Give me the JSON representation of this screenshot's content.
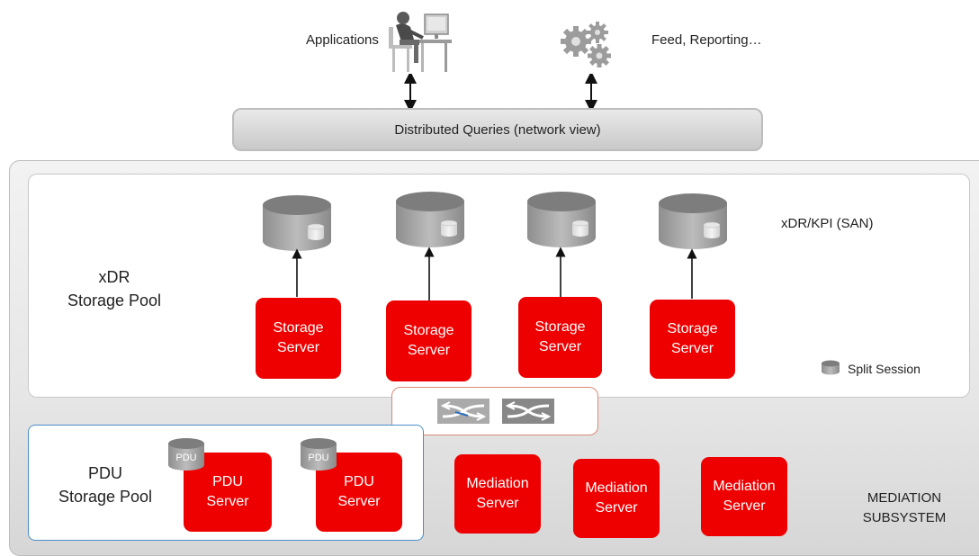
{
  "top": {
    "applications_label": "Applications",
    "feed_label": "Feed, Reporting…",
    "queries_label": "Distributed Queries (network view)"
  },
  "xdr_pool": {
    "label_line1": "xDR",
    "label_line2": "Storage Pool",
    "san_label": "xDR/KPI (SAN)",
    "legend_label": "Split Session",
    "servers": [
      {
        "line1": "Storage",
        "line2": "Server"
      },
      {
        "line1": "Storage",
        "line2": "Server"
      },
      {
        "line1": "Storage",
        "line2": "Server"
      },
      {
        "line1": "Storage",
        "line2": "Server"
      }
    ]
  },
  "pdu_pool": {
    "label_line1": "PDU",
    "label_line2": "Storage Pool",
    "db_label": "PDU",
    "servers": [
      {
        "line1": "PDU",
        "line2": "Server"
      },
      {
        "line1": "PDU",
        "line2": "Server"
      }
    ]
  },
  "mediation": {
    "label_line1": "MEDIATION",
    "label_line2": "SUBSYSTEM",
    "servers": [
      {
        "line1": "Mediation",
        "line2": "Server"
      },
      {
        "line1": "Mediation",
        "line2": "Server"
      },
      {
        "line1": "Mediation",
        "line2": "Server"
      }
    ]
  },
  "colors": {
    "server_red": "#ee0000",
    "db_gray": "#9a9a9a",
    "pdu_border": "#4a8ec9",
    "switch_border": "#d88a78"
  }
}
